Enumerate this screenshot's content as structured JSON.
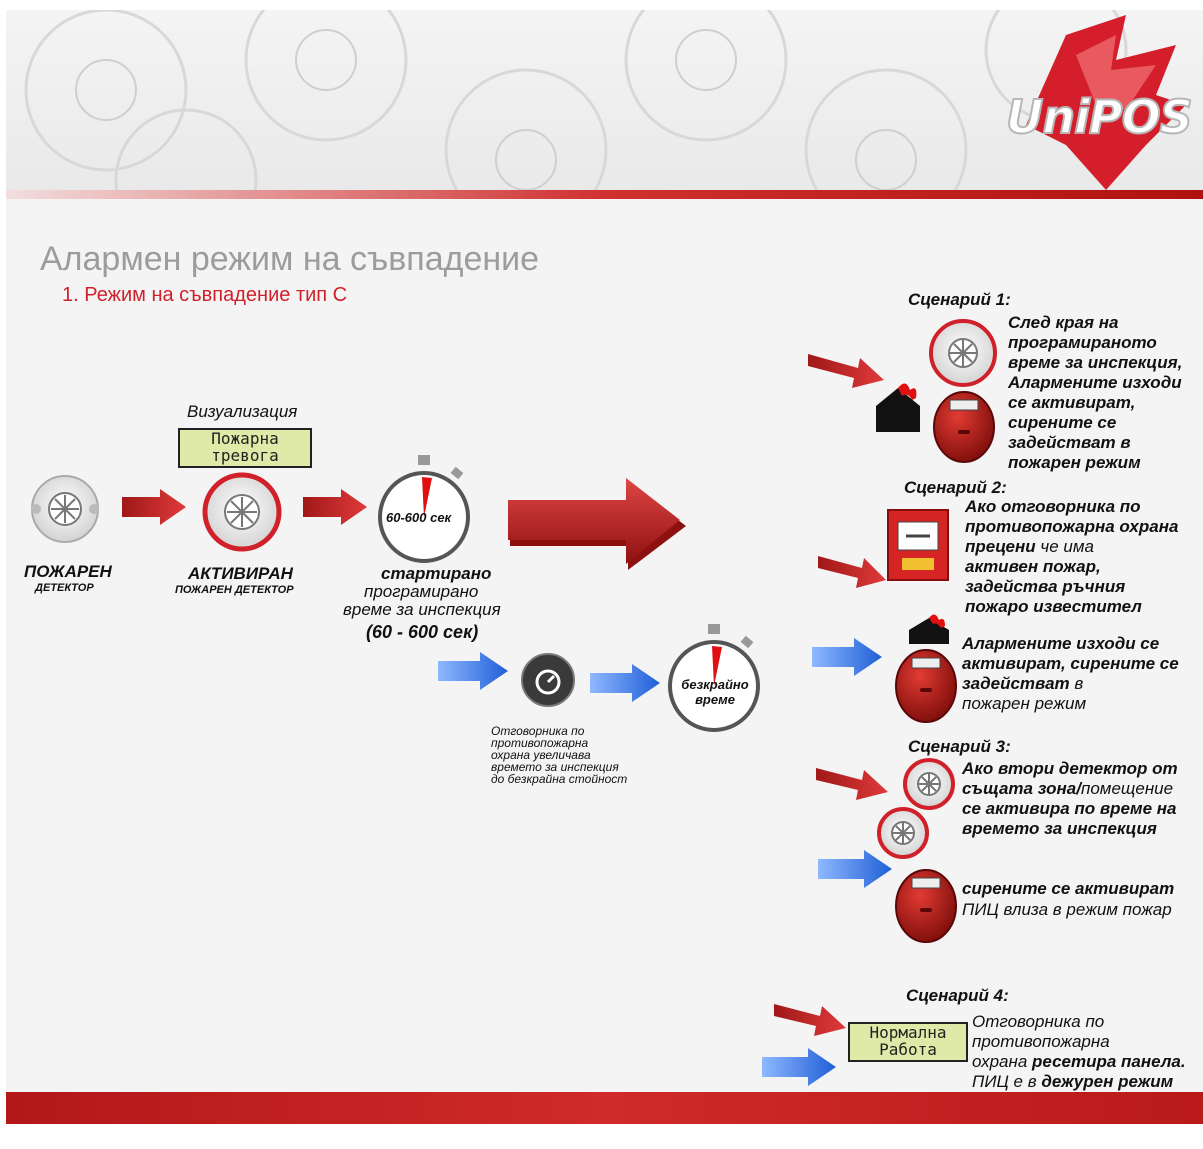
{
  "header": {
    "logo_text": "UniPOS"
  },
  "title": "Алармен режим на съвпадение",
  "subtitle": "1. Режим на съвпадение тип С",
  "flow": {
    "visualization_label": "Визуализация",
    "lcd_alarm": [
      "Пожарна",
      "тревога"
    ],
    "detector_label": [
      "ПОЖАРЕН",
      "ДЕТЕКТОР"
    ],
    "activated_label": [
      "АКТИВИРАН",
      "ПОЖАРЕН ДЕТЕКТОР"
    ],
    "timer_label": "60-600 сек",
    "started": "стартирано",
    "programmed": "програмирано",
    "inspection_time": "време за инспекция",
    "range": "(60 - 600 сек)",
    "infinite_timer": [
      "безкрайно",
      "време"
    ],
    "extend_note": [
      "Отговорника по",
      "противопожарна",
      "охрана увеличава",
      "времето за инспекция",
      "до безкрайна стойност"
    ]
  },
  "scenarios": {
    "s1": {
      "title": "Сценарий 1:",
      "text": [
        "След края на",
        "програмираното",
        "време за инспекция,",
        "Алармените изходи",
        "се активират,",
        "сирените се",
        "задействат в",
        "пожарен режим"
      ]
    },
    "s2": {
      "title": "Сценарий 2:",
      "a1": "Ако отговорника по",
      "a2": "противопожарна охрана",
      "a3b": "прецени",
      "a3n": " че има",
      "a4": "активен пожар,",
      "a5": "задейства ръчния",
      "a6": "пожаро известител",
      "b1": "Алармените изходи се",
      "b2": " активират, сирените се",
      "b3b": "задействат",
      "b3n": " в",
      "b4": "пожарен режим"
    },
    "s3": {
      "title": "Сценарий 3:",
      "a1": "Ако втори детектор от",
      "a2b": "същата зона/",
      "a2n": "помещение",
      "a3": "се активира по време на",
      "a4": " времето за инспекция",
      "b1": "сирените се активират",
      "b2": "ПИЦ влиза в режим пожар"
    },
    "s4": {
      "title": "Сценарий 4:",
      "lcd": [
        "Нормална",
        "Работа"
      ],
      "l1": "Отговорника по",
      "l2": "противопожарна",
      "l3n": "охрана ",
      "l3b": "ресетира панела.",
      "l4n": "ПИЦ е в ",
      "l4b": "дежурен режим"
    }
  },
  "colors": {
    "accent_red": "#d0202a",
    "arrow_blue": "#2f6fe0",
    "lcd_green": "#dfe9a8",
    "siren_red": "#c8221e"
  }
}
